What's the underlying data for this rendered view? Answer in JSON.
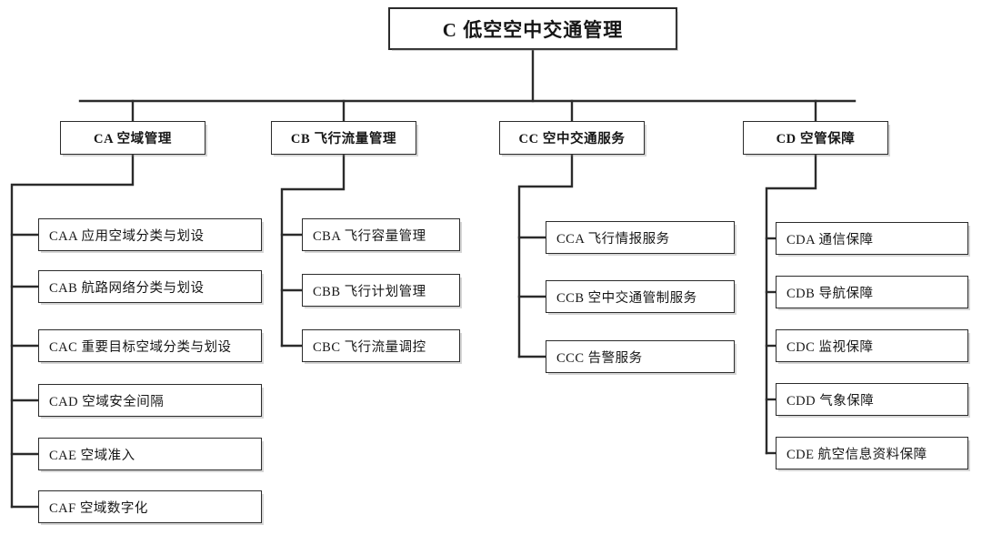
{
  "diagram": {
    "title": "C 低空空中交通管理",
    "type": "hierarchy-tree",
    "line_color": "#2b2b2b",
    "box_fill": "#ffffff",
    "text_color": "#161616"
  },
  "root": {
    "code": "C",
    "name": "低空空中交通管理",
    "label": "C  低空空中交通管理"
  },
  "level2": [
    {
      "code": "CA",
      "name": "空域管理",
      "label": "CA  空域管理"
    },
    {
      "code": "CB",
      "name": "飞行流量管理",
      "label": "CB  飞行流量管理"
    },
    {
      "code": "CC",
      "name": "空中交通服务",
      "label": "CC  空中交通服务"
    },
    {
      "code": "CD",
      "name": "空管保障",
      "label": "CD  空管保障"
    }
  ],
  "branches": [
    {
      "parent": "CA",
      "children": [
        {
          "code": "CAA",
          "name": "应用空域分类与划设",
          "label": "CAA  应用空域分类与划设"
        },
        {
          "code": "CAB",
          "name": "航路网络分类与划设",
          "label": "CAB  航路网络分类与划设"
        },
        {
          "code": "CAC",
          "name": "重要目标空域分类与划设",
          "label": "CAC  重要目标空域分类与划设"
        },
        {
          "code": "CAD",
          "name": "空域安全间隔",
          "label": "CAD  空域安全间隔"
        },
        {
          "code": "CAE",
          "name": "空域准入",
          "label": "CAE  空域准入"
        },
        {
          "code": "CAF",
          "name": "空域数字化",
          "label": "CAF  空域数字化"
        }
      ]
    },
    {
      "parent": "CB",
      "children": [
        {
          "code": "CBA",
          "name": "飞行容量管理",
          "label": "CBA   飞行容量管理"
        },
        {
          "code": "CBB",
          "name": "飞行计划管理",
          "label": "CBB   飞行计划管理"
        },
        {
          "code": "CBC",
          "name": "飞行流量调控",
          "label": "CBC   飞行流量调控"
        }
      ]
    },
    {
      "parent": "CC",
      "children": [
        {
          "code": "CCA",
          "name": "飞行情报服务",
          "label": "CCA   飞行情报服务"
        },
        {
          "code": "CCB",
          "name": "空中交通管制服务",
          "label": "CCB   空中交通管制服务"
        },
        {
          "code": "CCC",
          "name": "告警服务",
          "label": "CCC   告警服务"
        }
      ]
    },
    {
      "parent": "CD",
      "children": [
        {
          "code": "CDA",
          "name": "通信保障",
          "label": "CDA   通信保障"
        },
        {
          "code": "CDB",
          "name": "导航保障",
          "label": "CDB   导航保障"
        },
        {
          "code": "CDC",
          "name": "监视保障",
          "label": "CDC   监视保障"
        },
        {
          "code": "CDD",
          "name": "气象保障",
          "label": "CDD   气象保障"
        },
        {
          "code": "CDE",
          "name": "航空信息资料保障",
          "label": "CDE   航空信息资料保障"
        }
      ]
    }
  ]
}
